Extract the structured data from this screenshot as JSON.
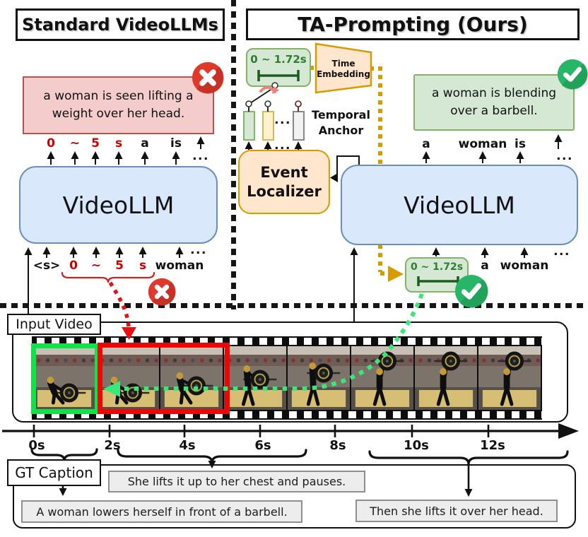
{
  "colors": {
    "box_red_fill": "#f4cccc",
    "box_red_border": "#b85450",
    "box_blue_fill": "#dae8fc",
    "box_blue_border": "#6c8ebf",
    "box_green_fill": "#d5e8d4",
    "box_green_border": "#82b366",
    "box_orange_fill": "#ffe6cc",
    "box_orange_border": "#d79b00",
    "token_red": "#cc0000",
    "time_text_green": "#2e7d32",
    "highlight_green": "#12e24a",
    "highlight_red": "#ee0505",
    "dotted_green": "#38e878",
    "dotted_red": "#e81010",
    "dashed_orange": "#d79b00",
    "error_badge": "#e0392c",
    "success_badge": "#27b567"
  },
  "left_panel": {
    "title": "Standard VideoLLMs",
    "output_caption_line1": "a woman is seen lifting a",
    "output_caption_line2": "weight over her head.",
    "output_tokens": [
      "0",
      "~",
      "5",
      "s",
      "a",
      "is"
    ],
    "model": "VideoLLM",
    "input_tokens": [
      "<s>",
      "0",
      "~",
      "5",
      "s",
      "woman"
    ]
  },
  "right_panel": {
    "title": "TA-Prompting (Ours)",
    "time_range": "0 ~ 1.72s",
    "time_embedding_line1": "Time",
    "time_embedding_line2": "Embedding",
    "temporal_anchor_line1": "Temporal",
    "temporal_anchor_line2": "Anchor",
    "event_localizer_line1": "Event",
    "event_localizer_line2": "Localizer",
    "output_caption_line1": "a woman is blending",
    "output_caption_line2": "over a barbell.",
    "output_tokens": [
      "a",
      "woman",
      "is"
    ],
    "model": "VideoLLM",
    "predicted_time_range": "0 ~ 1.72s",
    "input_tokens": [
      "a",
      "woman"
    ]
  },
  "ellipsis": "...",
  "video": {
    "label": "Input Video",
    "frames": [
      {
        "pose": "ground"
      },
      {
        "pose": "ground"
      },
      {
        "pose": "pull"
      },
      {
        "pose": "hip"
      },
      {
        "pose": "chest"
      },
      {
        "pose": "overhead"
      },
      {
        "pose": "overhead"
      },
      {
        "pose": "overhead"
      }
    ]
  },
  "timeline": {
    "ticks": [
      "0s",
      "2s",
      "4s",
      "6s",
      "8s",
      "10s",
      "12s"
    ]
  },
  "gt": {
    "label": "GT Caption",
    "captions": [
      "A woman lowers herself in front of a barbell.",
      "She lifts it up to her chest and pauses.",
      "Then she lifts it over her head."
    ]
  }
}
